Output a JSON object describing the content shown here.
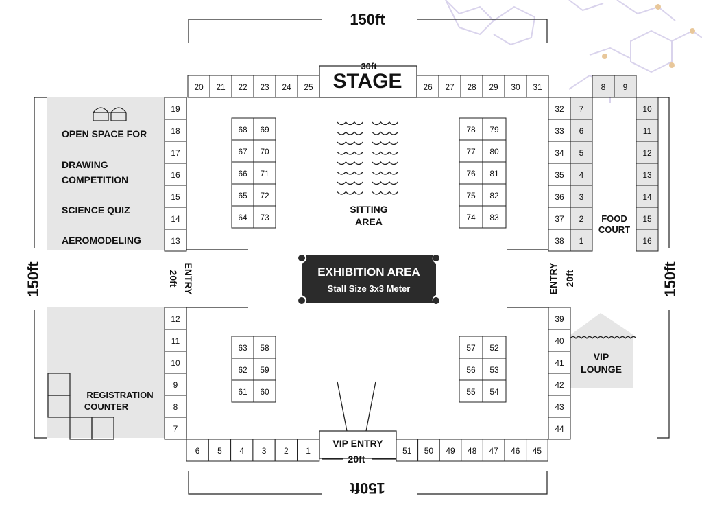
{
  "dimensions": {
    "top": "150ft",
    "bottom": "150ft",
    "left": "150ft",
    "right": "150ft",
    "stage_width": "30ft",
    "entry_left": "20ft",
    "entry_right": "20ft",
    "vip_entry_width": "20ft"
  },
  "labels": {
    "stage": "STAGE",
    "entry_left": "ENTRY",
    "entry_right": "ENTRY",
    "vip_entry": "VIP ENTRY",
    "sitting_area": [
      "SITTING",
      "AREA"
    ],
    "exhibition_title": "EXHIBITION AREA",
    "exhibition_subtitle": "Stall Size 3x3 Meter",
    "food_court": [
      "FOOD",
      "COURT"
    ],
    "vip_lounge": [
      "VIP",
      "LOUNGE"
    ],
    "registration": [
      "REGISTRATION",
      "COUNTER"
    ],
    "open_space": [
      "OPEN SPACE FOR",
      "DRAWING",
      "COMPETITION",
      "SCIENCE QUIZ",
      "AEROMODELING"
    ]
  },
  "stalls": {
    "top_row_left": [
      "20",
      "21",
      "22",
      "23",
      "24",
      "25"
    ],
    "top_row_right": [
      "26",
      "27",
      "28",
      "29",
      "30",
      "31"
    ],
    "left_column_upper": [
      "19",
      "18",
      "17",
      "16",
      "15",
      "14",
      "13"
    ],
    "left_column_lower": [
      "12",
      "11",
      "10",
      "9",
      "8",
      "7"
    ],
    "bottom_row_left": [
      "6",
      "5",
      "4",
      "3",
      "2",
      "1"
    ],
    "bottom_row_right": [
      "51",
      "50",
      "49",
      "48",
      "47",
      "46",
      "45"
    ],
    "right_column_upper": [
      "32",
      "33",
      "34",
      "35",
      "36",
      "37",
      "38"
    ],
    "right_column_lower": [
      "39",
      "40",
      "41",
      "42",
      "43",
      "44"
    ],
    "food_court_inner": [
      "7",
      "6",
      "5",
      "4",
      "3",
      "2",
      "1"
    ],
    "food_court_top": [
      "8",
      "9"
    ],
    "food_court_outer": [
      "10",
      "11",
      "12",
      "13",
      "14",
      "15",
      "16"
    ],
    "island_upper_left": [
      [
        "68",
        "69"
      ],
      [
        "67",
        "70"
      ],
      [
        "66",
        "71"
      ],
      [
        "65",
        "72"
      ],
      [
        "64",
        "73"
      ]
    ],
    "island_upper_right": [
      [
        "78",
        "79"
      ],
      [
        "77",
        "80"
      ],
      [
        "76",
        "81"
      ],
      [
        "75",
        "82"
      ],
      [
        "74",
        "83"
      ]
    ],
    "island_lower_left": [
      [
        "63",
        "58"
      ],
      [
        "62",
        "59"
      ],
      [
        "61",
        "60"
      ]
    ],
    "island_lower_right": [
      [
        "57",
        "52"
      ],
      [
        "56",
        "53"
      ],
      [
        "55",
        "54"
      ]
    ]
  },
  "colors": {
    "line": "#222222",
    "grey_zone": "#e6e6e6",
    "badge": "#2b2b2b",
    "molecule": "#d9d3ec",
    "molecule_node": "#e8c79a"
  }
}
